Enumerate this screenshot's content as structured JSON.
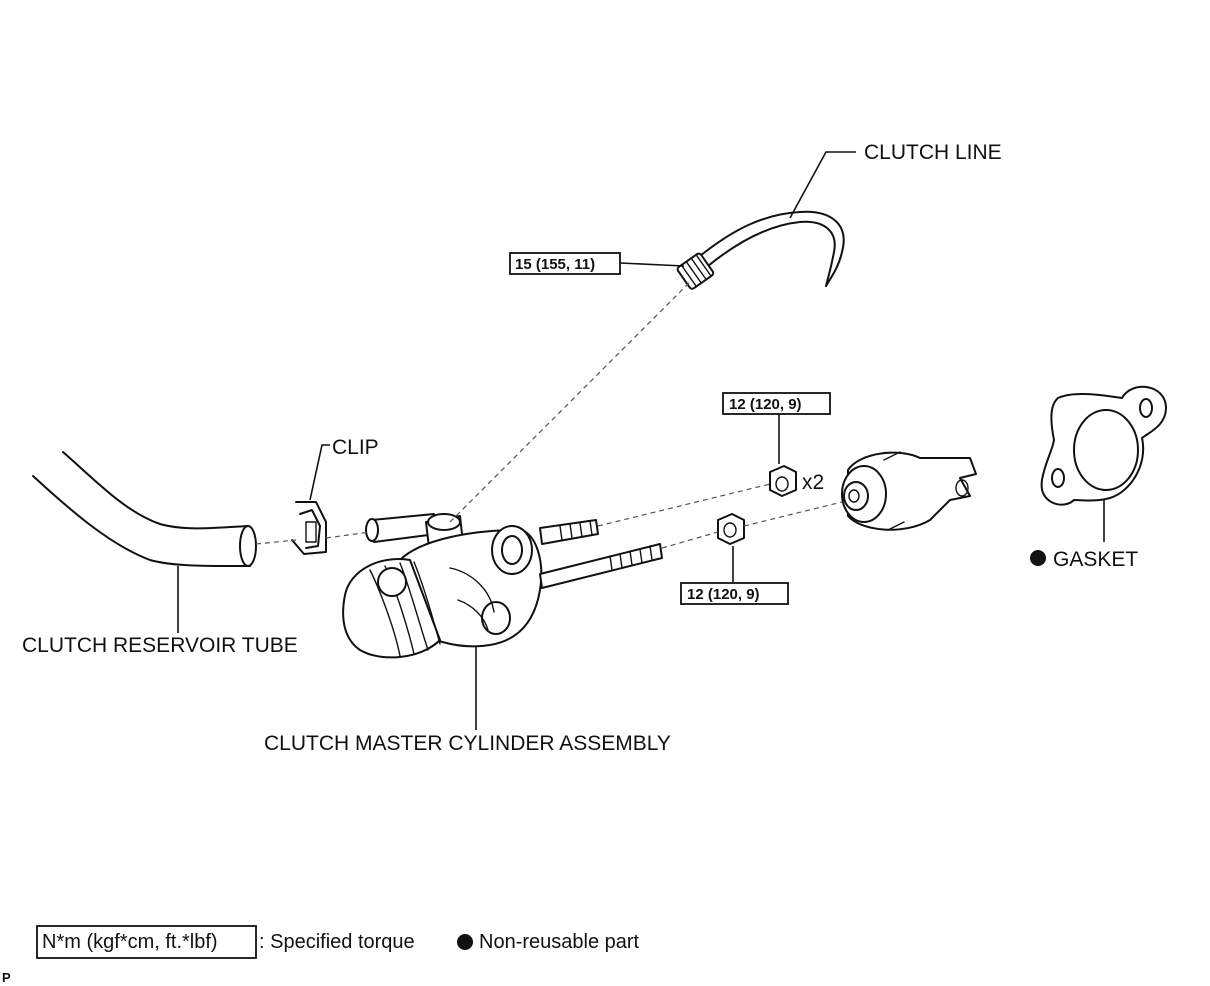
{
  "labels": {
    "clutch_line": "CLUTCH LINE",
    "clip": "CLIP",
    "gasket": "GASKET",
    "clutch_reservoir_tube": "CLUTCH RESERVOIR TUBE",
    "clutch_master_cylinder_assembly": "CLUTCH MASTER CYLINDER ASSEMBLY",
    "quantity_x2": "x2"
  },
  "torque_specs": {
    "clutch_line": "15 (155, 11)",
    "nut_upper": "12 (120, 9)",
    "nut_lower": "12 (120, 9)"
  },
  "legend": {
    "torque_units": "N*m (kgf*cm, ft.*lbf)",
    "torque_desc": ": Specified torque",
    "non_reusable_desc": "Non-reusable part"
  },
  "corner_mark": "P",
  "colors": {
    "ink": "#111111",
    "background": "#ffffff"
  }
}
